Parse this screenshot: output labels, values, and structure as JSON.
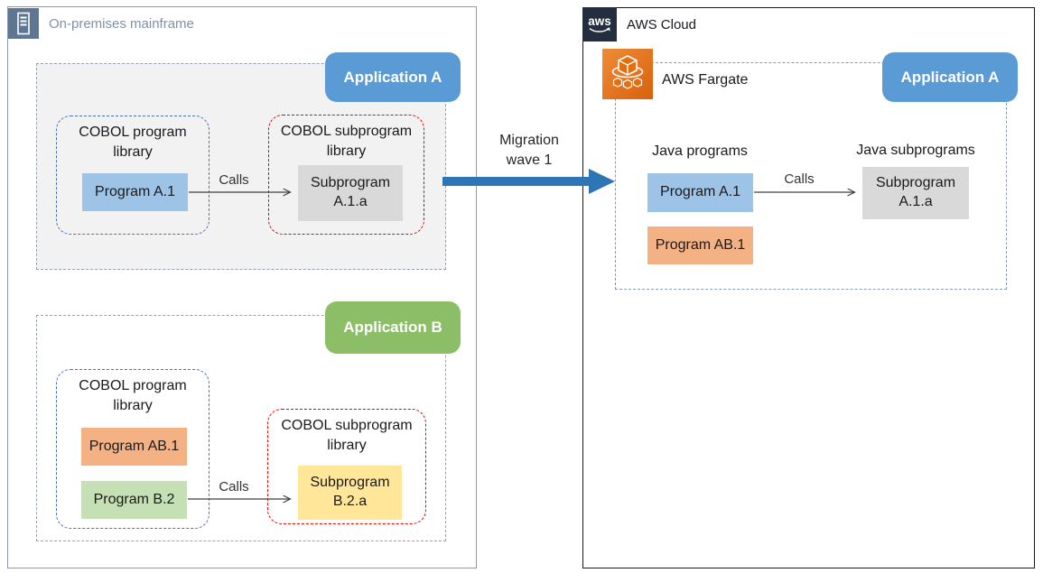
{
  "onprem": {
    "title": "On-premises mainframe",
    "app_a": {
      "badge": "Application A",
      "program_library_title": "COBOL program library",
      "program": "Program A.1",
      "calls": "Calls",
      "subprogram_library_title": "COBOL subprogram library",
      "subprogram": "Subprogram A.1.a"
    },
    "app_b": {
      "badge": "Application B",
      "program_library_title": "COBOL program library",
      "program_1": "Program AB.1",
      "program_2": "Program B.2",
      "calls": "Calls",
      "subprogram_library_title": "COBOL subprogram library",
      "subprogram": "Subprogram B.2.a"
    }
  },
  "migration": {
    "label": "Migration wave 1"
  },
  "aws": {
    "logo_text": "aws",
    "title": "AWS Cloud",
    "fargate_label": "AWS Fargate",
    "app_a": {
      "badge": "Application A",
      "programs_title": "Java programs",
      "program_1": "Program A.1",
      "program_2": "Program AB.1",
      "calls": "Calls",
      "subprograms_title": "Java subprograms",
      "subprogram": "Subprogram A.1.a"
    }
  },
  "colors": {
    "badge_blue": "#5B9BD5",
    "badge_green": "#8CBE68",
    "program_blue": "#9DC3E6",
    "program_orange": "#F4B183",
    "program_green": "#C5E0B4",
    "subprogram_gray": "#D9D9D9",
    "subprogram_yellow": "#FFE699",
    "library_border_blue": "#4472C4",
    "library_border_red": "#F20000",
    "migration_arrow_blue": "#2E75B6",
    "aws_dark_navy": "#232F3E",
    "fargate_orange": "#E2700F",
    "onprem_slate": "#5F7693",
    "onprem_fill_gray": "#F2F2F2"
  }
}
